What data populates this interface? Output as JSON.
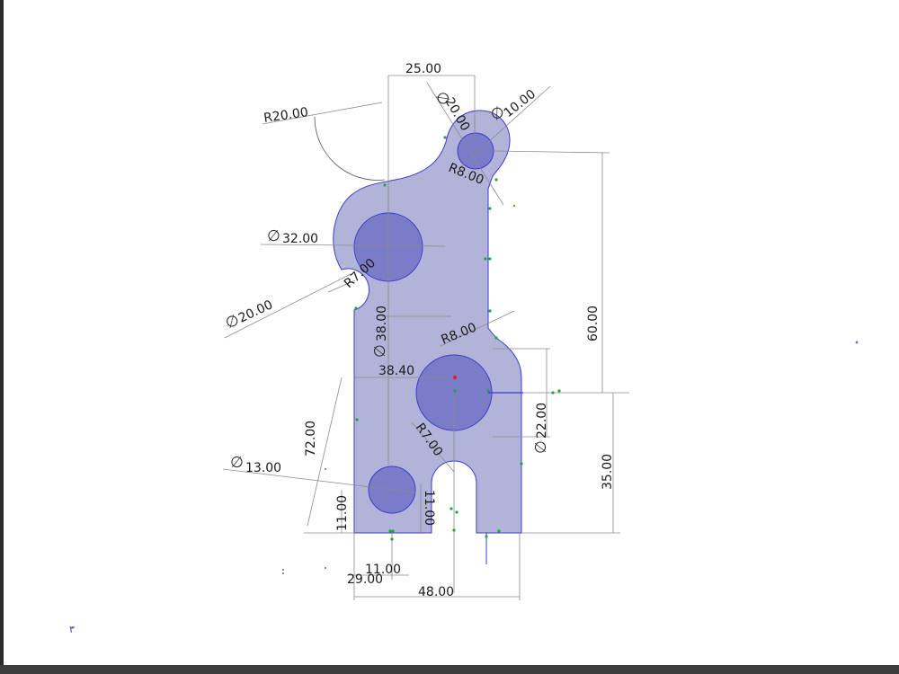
{
  "colors": {
    "part_fill": "#b2b3d9",
    "part_edge": "#3b3bd0",
    "hole_fill": "#7b7cc8",
    "point": "#1fa53a"
  },
  "dimensions": {
    "top_width": "25.00",
    "r20": "R20.00",
    "dia20_top": "20.00",
    "dia10": "10.00",
    "r8_top": "R8.00",
    "dia32": "32.00",
    "r7_left": "R7.00",
    "dia20_left": "20.00",
    "dia38": "38.00",
    "r8_mid": "R8.00",
    "h60": "60.00",
    "w3840": "38.40",
    "dia22": "22.00",
    "r7_slot": "R7.00",
    "h72": "72.00",
    "dia13": "13.00",
    "h35": "35.00",
    "h11_left": "11.00",
    "h11_slot": "11.00",
    "w11": "11.00",
    "w29": "29.00",
    "w48": "48.00"
  },
  "origin_label": "٣"
}
